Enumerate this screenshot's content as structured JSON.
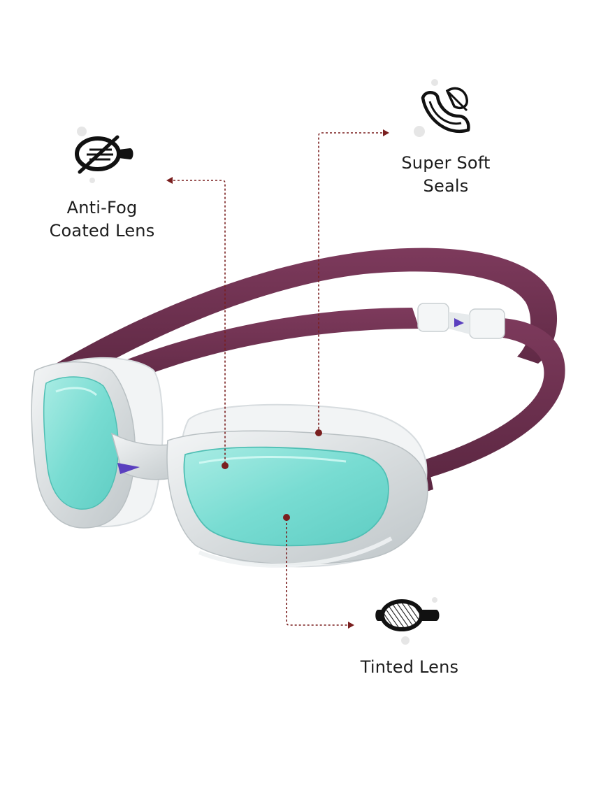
{
  "features": {
    "anti_fog": {
      "line1": "Anti-Fog",
      "line2": "Coated Lens",
      "icon": "anti-fog-lens-icon"
    },
    "soft_seals": {
      "line1": "Super Soft",
      "line2": "Seals",
      "icon": "soft-seal-feather-icon"
    },
    "tinted": {
      "line1": "Tinted Lens",
      "icon": "tinted-lens-icon"
    }
  },
  "colors": {
    "strap": "#6e3150",
    "strap_dark": "#4f1f37",
    "lens": "#79ddd3",
    "lens_light": "#b8f0ea",
    "frame": "#d5dadc",
    "seal": "#f1f3f4",
    "callout": "#7a1f1f",
    "logo": "#5a3fbf"
  }
}
